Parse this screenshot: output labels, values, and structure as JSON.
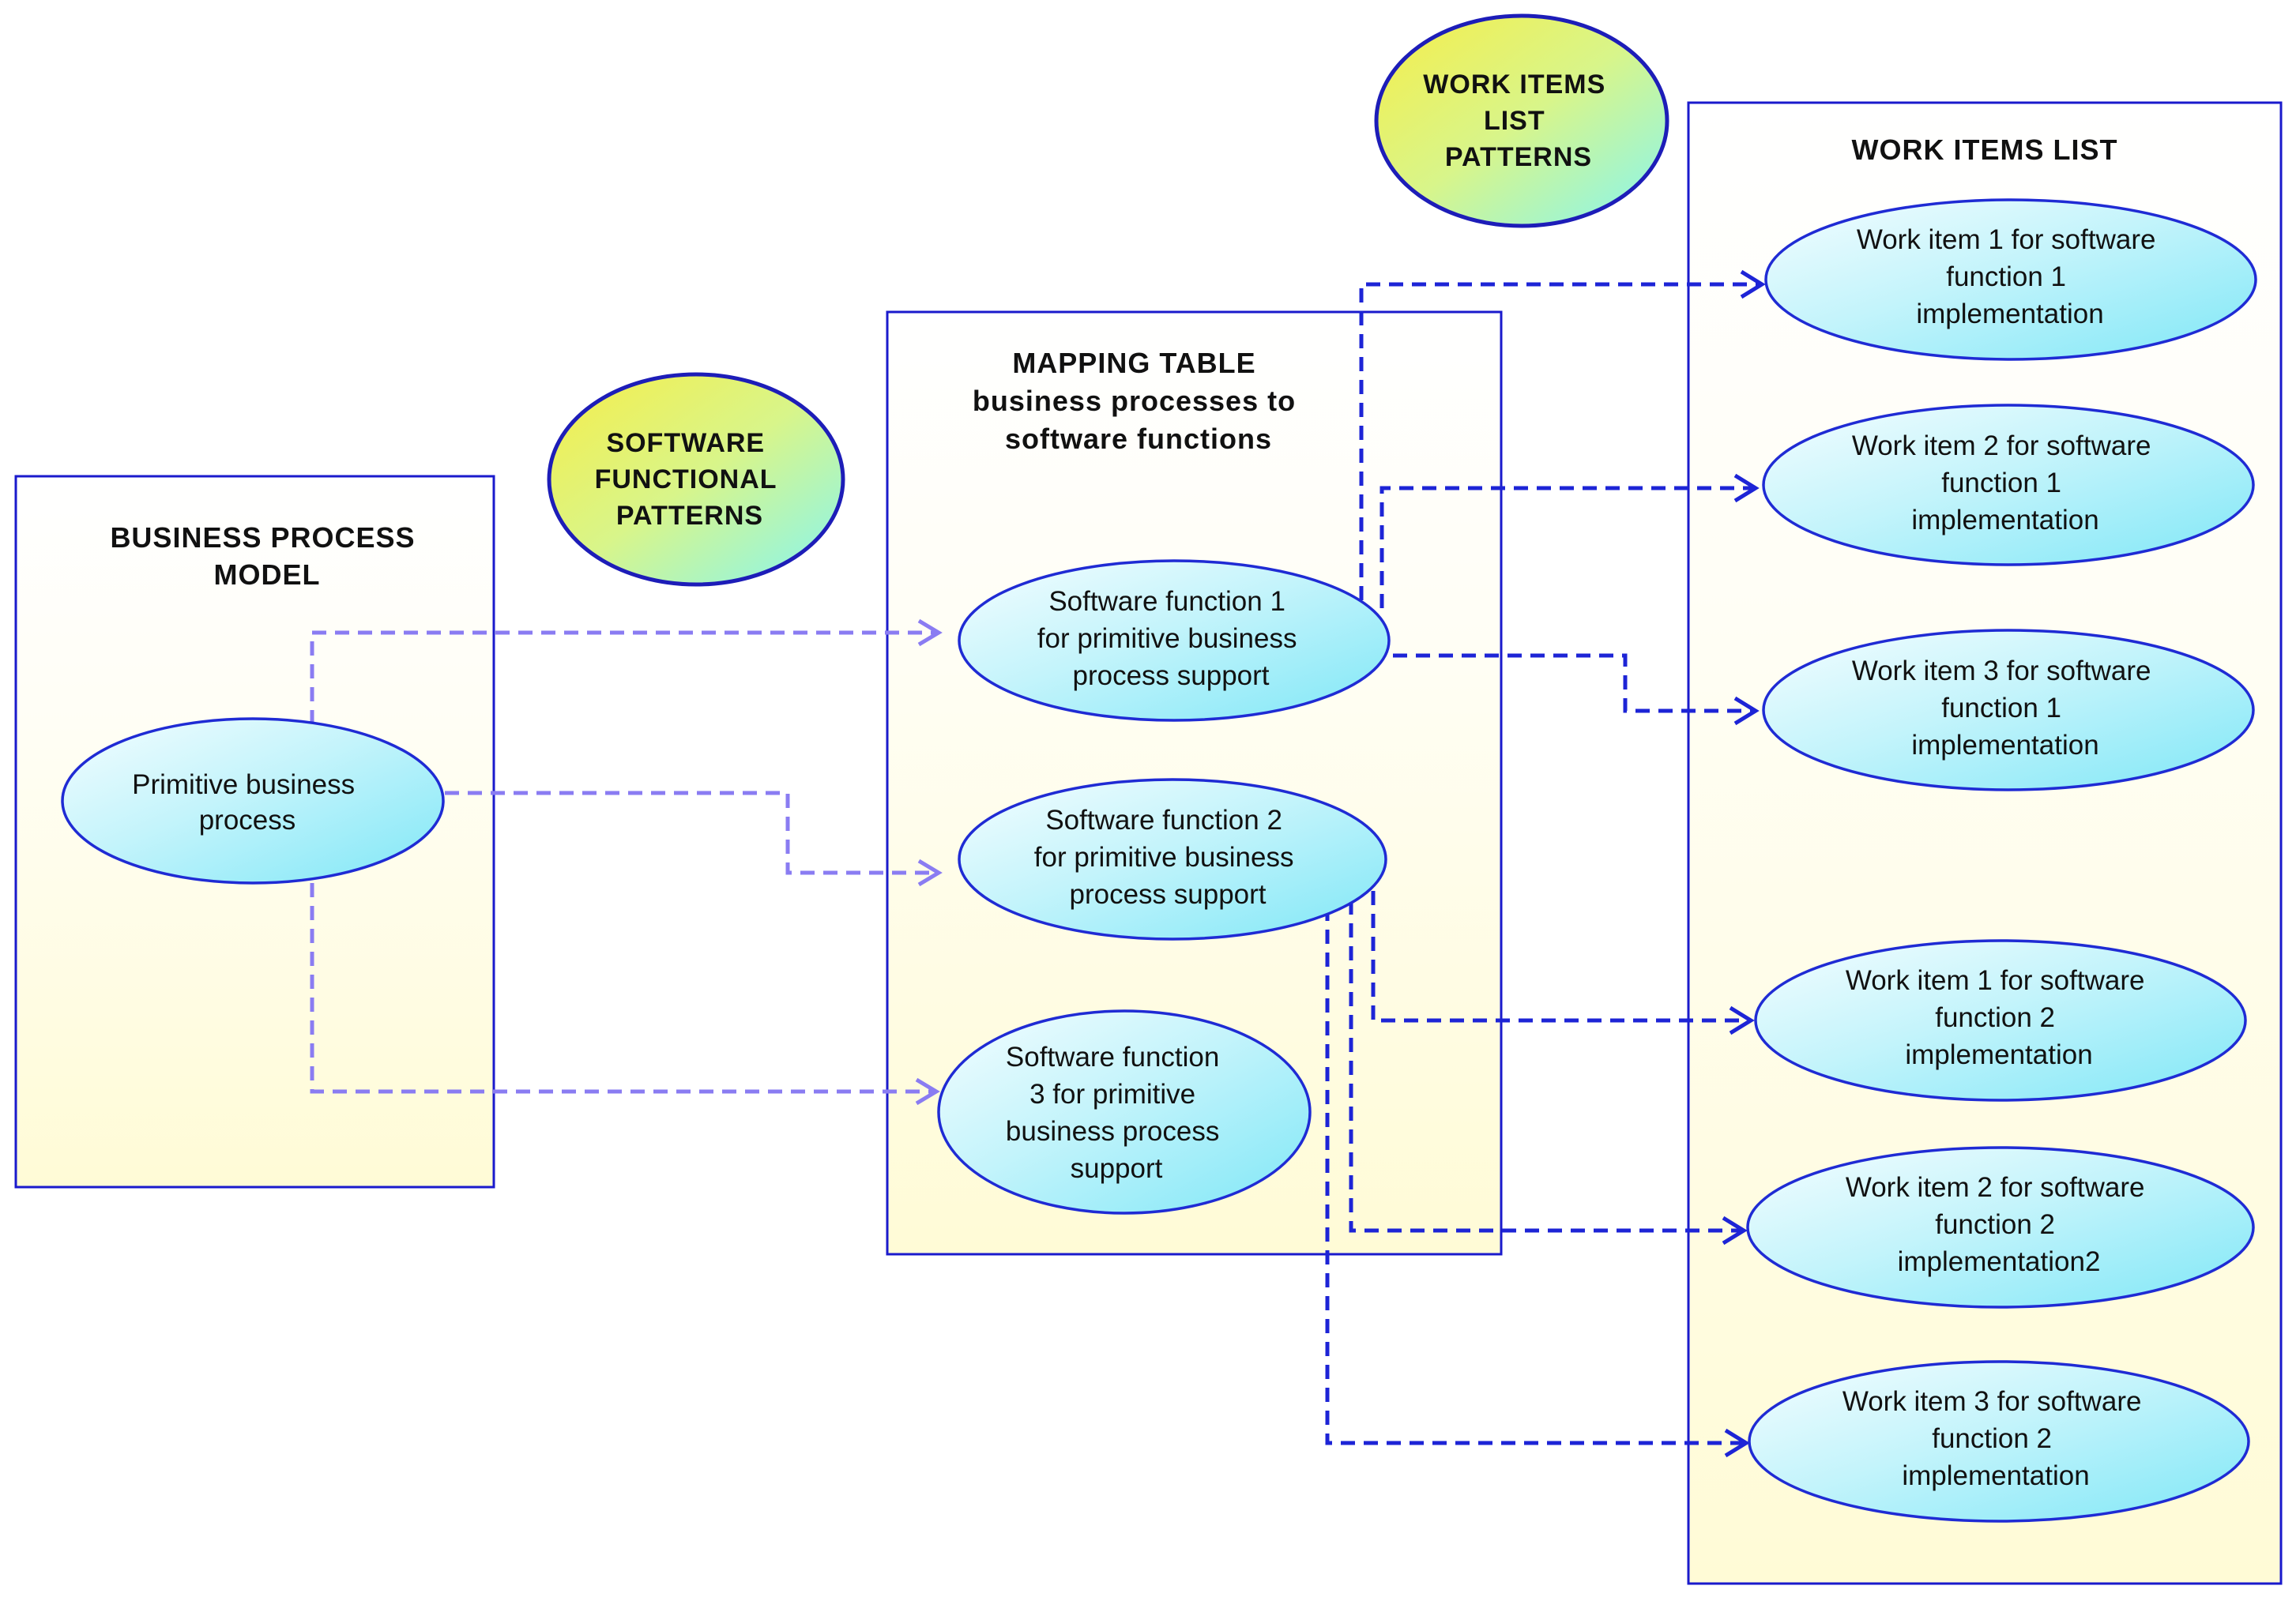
{
  "panels": {
    "business_process_model": {
      "title": [
        "BUSINESS PROCESS",
        "MODEL"
      ]
    },
    "mapping_table": {
      "title": [
        "MAPPING TABLE",
        "business processes to",
        "software functions"
      ]
    },
    "work_items_list": {
      "title": [
        "WORK ITEMS LIST"
      ]
    }
  },
  "patterns": {
    "software_functional": [
      "SOFTWARE",
      "FUNCTIONAL",
      "PATTERNS"
    ],
    "work_items_list": [
      "WORK ITEMS",
      "LIST",
      "PATTERNS"
    ]
  },
  "nodes": {
    "primitive_business_process": [
      "Primitive business",
      "process"
    ],
    "software_function_1": [
      "Software function 1",
      "for primitive business",
      "process support"
    ],
    "software_function_2": [
      "Software function 2",
      "for primitive business",
      "process support"
    ],
    "software_function_3": [
      "Software function",
      "3 for primitive",
      "business process",
      "support"
    ],
    "work_item_1_sf1": [
      "Work item 1 for software",
      "function 1",
      "implementation"
    ],
    "work_item_2_sf1": [
      "Work item 2 for software",
      "function 1",
      "implementation"
    ],
    "work_item_3_sf1": [
      "Work item 3 for software",
      "function 1",
      "implementation"
    ],
    "work_item_1_sf2": [
      "Work item 1 for software",
      "function 2",
      "implementation"
    ],
    "work_item_2_sf2": [
      "Work item 2 for software",
      "function 2",
      "implementation2"
    ],
    "work_item_3_sf2": [
      "Work item 3 for software",
      "function 2",
      "implementation"
    ]
  },
  "colors": {
    "panel_border": "#1a1acc",
    "node_border": "#1f2bd4",
    "mapping_edge": "#8a7cf2",
    "work_item_edge": "#1d24d6",
    "node_fill_light": "#f4fdff",
    "node_fill_dark": "#7fe7f7",
    "panel_fill_bottom": "#fffbd6",
    "pattern_fill_yellow": "#f6ee4a",
    "pattern_fill_cyan": "#86f5f2"
  }
}
